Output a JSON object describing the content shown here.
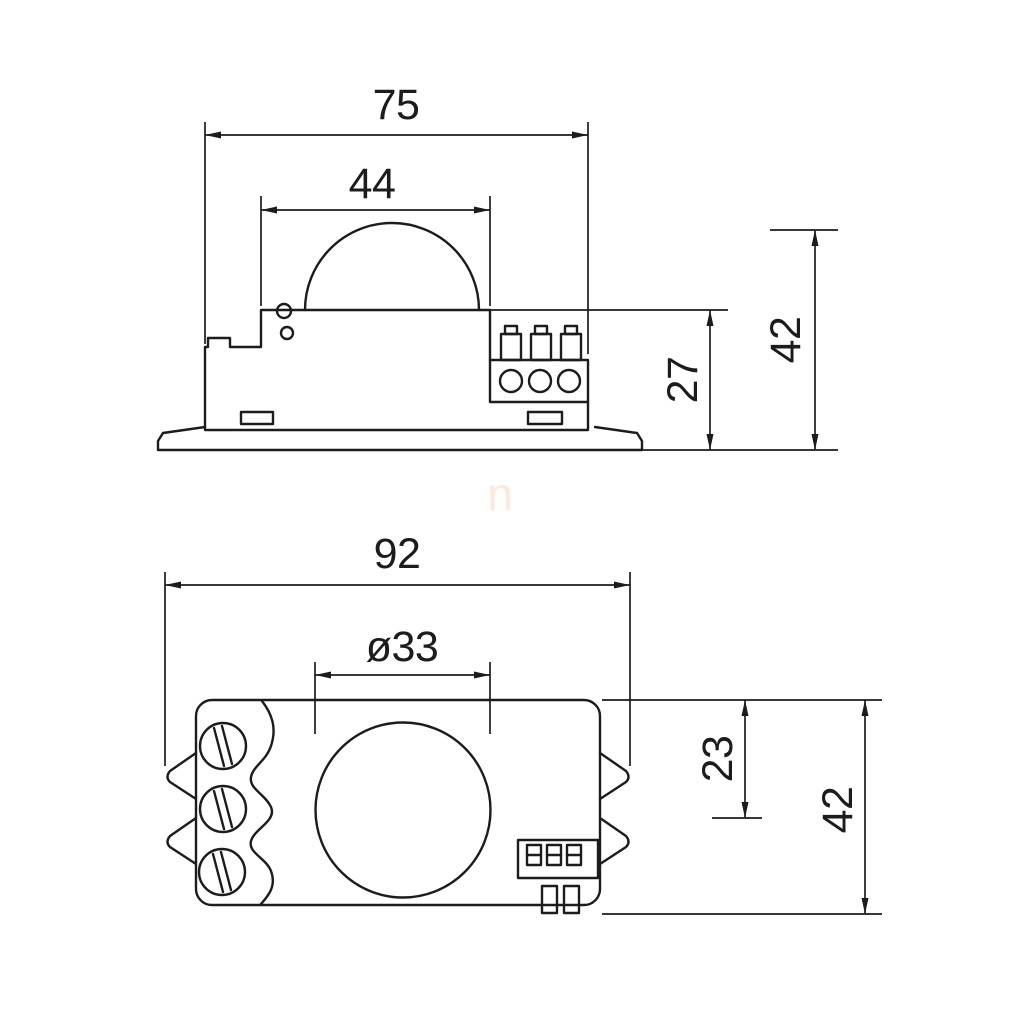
{
  "drawing": {
    "type": "technical-dimension-drawing",
    "subject": "microwave-motion-sensor-two-views",
    "units": "mm",
    "background_color": "#ffffff",
    "line_color": "#1c1c1c",
    "watermark_color": "#f2a05a",
    "side_view": {
      "overall_width": "75",
      "dome_base_width": "44",
      "terminal_height": "27",
      "overall_height": "42"
    },
    "top_view": {
      "overall_length": "92",
      "lens_diameter": "ø33",
      "lens_center_offset": "23",
      "overall_width": "42"
    },
    "watermark": "n"
  }
}
